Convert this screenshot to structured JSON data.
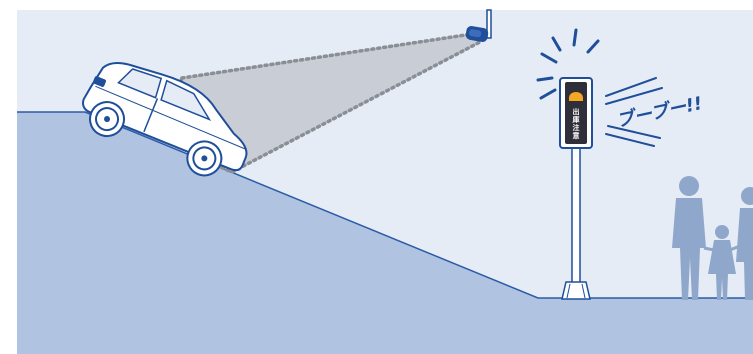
{
  "sign": {
    "text_chars": [
      "出",
      "庫",
      "注",
      "意"
    ],
    "text": "出庫注意"
  },
  "sound": {
    "text": "ブーブー!!"
  },
  "icons": [
    "camera-sensor-icon",
    "car-icon",
    "warning-light-icon",
    "family-silhouette-icon"
  ],
  "colors": {
    "sky": "#E6ECF5",
    "ground": "#B0C3E0",
    "ground_edge": "#2B5BA8",
    "outline": "#1F4E9A",
    "sign_body": "#2F2F3A",
    "lamp": "#F5A623",
    "people": "#8FA7CB",
    "beam_fill": "#BFC3C9",
    "beam_border": "#8A8E95"
  }
}
